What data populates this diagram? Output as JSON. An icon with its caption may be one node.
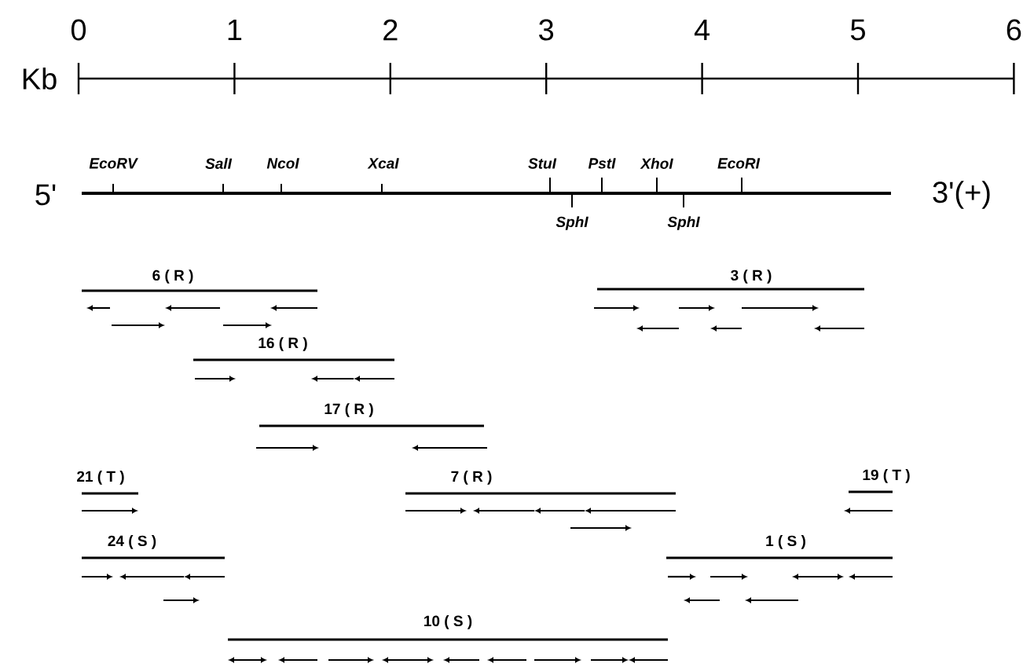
{
  "diagram": {
    "labels": [
      "0",
      "1",
      "2",
      "3",
      "4",
      "5",
      "6",
      "Kb",
      "EcoRV",
      "SalI",
      "NcoI",
      "XcaI",
      "StuI",
      "PstI",
      "XhoI",
      "EcoRI",
      "5'",
      "3'(+)",
      "SphI",
      "SphI",
      "6 ( R )",
      "3 ( R )",
      "16 ( R )",
      "17 ( R )",
      "21 ( T )",
      "7 ( R )",
      "19 ( T )",
      "24 ( S )",
      "1 ( S )",
      "10 ( S )"
    ]
  }
}
